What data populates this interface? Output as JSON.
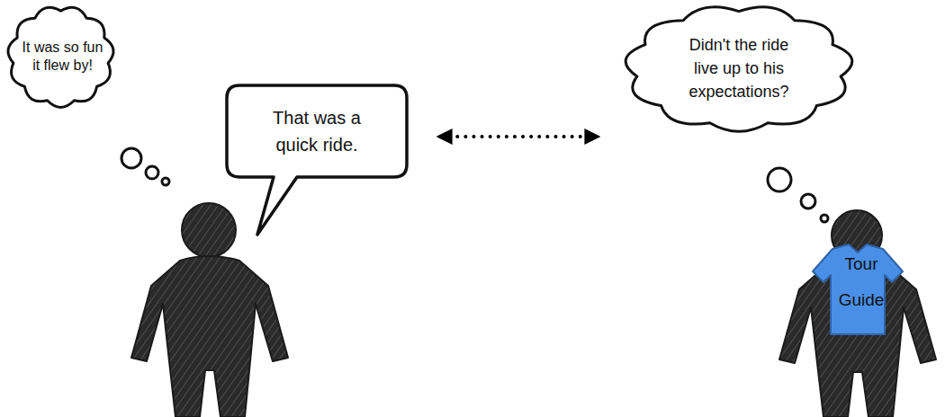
{
  "diagram": {
    "nodes": [
      {
        "text": [
          "It was so fun it flew by!"
        ]
      },
      {
        "text": [
          "That was a quick ride."
        ]
      },
      {
        "text": [
          "Didn't the ride live up to his expectations?"
        ]
      },
      {
        "text": [
          "Tour Guide"
        ]
      }
    ],
    "edges": [
      {
        "from": 1,
        "to": 2,
        "arrow": "both"
      }
    ]
  }
}
